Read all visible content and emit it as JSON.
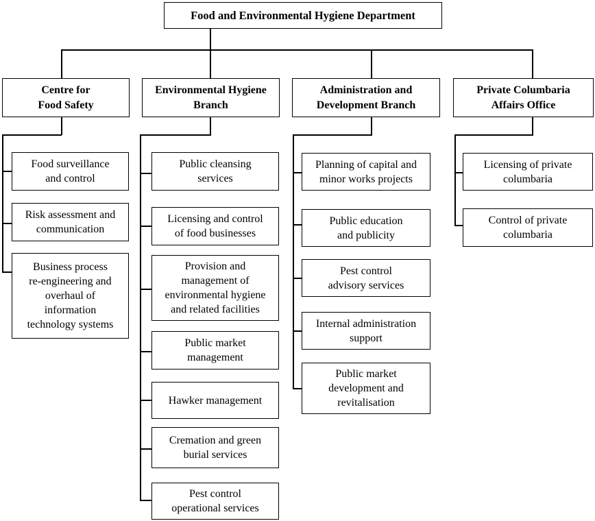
{
  "org": {
    "root": "Food and Environmental Hygiene Department",
    "branches": [
      {
        "name": "Centre for\nFood Safety",
        "children": [
          "Food surveillance\nand control",
          "Risk assessment and\ncommunication",
          "Business process\nre-engineering and\noverhaul of\ninformation\ntechnology systems"
        ]
      },
      {
        "name": "Environmental Hygiene\nBranch",
        "children": [
          "Public cleansing\nservices",
          "Licensing and control\nof food businesses",
          "Provision and\nmanagement of\nenvironmental hygiene\nand related facilities",
          "Public market\nmanagement",
          "Hawker management",
          "Cremation and green\nburial services",
          "Pest control\noperational services"
        ]
      },
      {
        "name": "Administration and\nDevelopment Branch",
        "children": [
          "Planning of capital and\nminor works projects",
          "Public education\nand publicity",
          "Pest control\nadvisory services",
          "Internal administration\nsupport",
          "Public market\ndevelopment and\nrevitalisation"
        ]
      },
      {
        "name": "Private Columbaria\nAffairs Office",
        "children": [
          "Licensing of private\ncolumbaria",
          "Control of private\ncolumbaria"
        ]
      }
    ]
  },
  "colors": {
    "line": "#000000",
    "text": "#000000",
    "background": "#ffffff"
  }
}
